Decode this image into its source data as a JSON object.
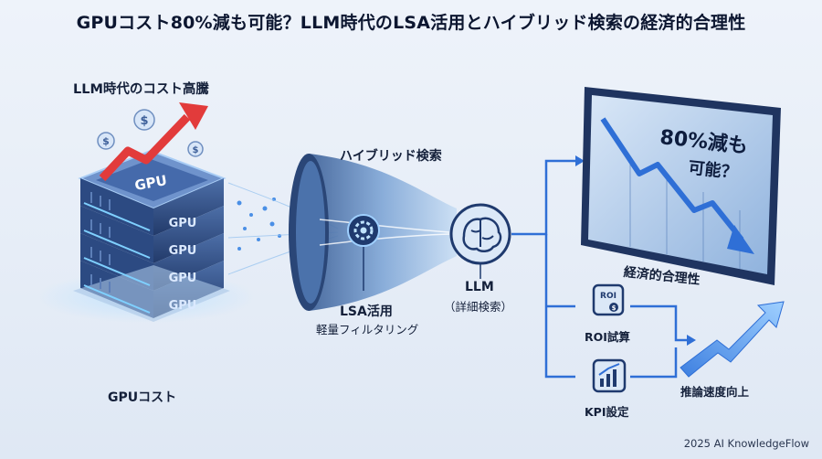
{
  "title": "GPUコスト80%減も可能？LLM時代のLSA活用とハイブリッド検索の経済的合理性",
  "labels": {
    "cost_surge": "LLM時代のコスト高騰",
    "gpu_cost": "GPUコスト",
    "hybrid_search": "ハイブリッド検索",
    "lsa_line1": "LSA活用",
    "lsa_line2": "軽量フィルタリング",
    "llm_line1": "LLM",
    "llm_line2": "（詳細検索）",
    "monitor_line1": "80%減も",
    "monitor_line2": "可能？",
    "economic": "経済的合理性",
    "roi": "ROI試算",
    "kpi": "KPI設定",
    "speed": "推論速度向上"
  },
  "server": {
    "top_label": "GPU",
    "rack_labels": [
      "GPU",
      "GPU",
      "GPU",
      "GPU"
    ]
  },
  "icons": {
    "roi_badge": "ROI",
    "dollar": "$"
  },
  "footer": "2025 AI KnowledgeFlow",
  "colors": {
    "accent_blue": "#2f6fd6",
    "arrow_red": "#e23b3b",
    "dark_navy": "#1c2f5c",
    "light_blue": "#8fc3ff"
  }
}
